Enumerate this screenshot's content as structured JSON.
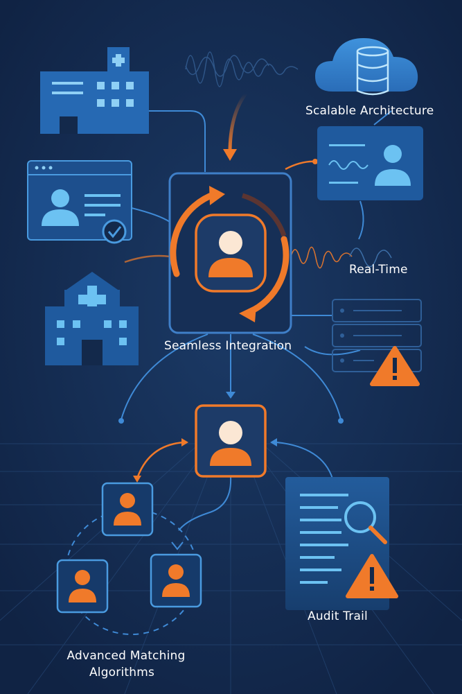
{
  "labels": {
    "scalable_architecture": "Scalable Architecture",
    "real_time": "Real-Time",
    "seamless_integration": "Seamless Integration",
    "audit_trail": "Audit Trail",
    "advanced_matching_line1": "Advanced Matching",
    "advanced_matching_line2": "Algorithms"
  },
  "colors": {
    "background": "#13294b",
    "panel_blue": "#1f5a9e",
    "accent_blue": "#4a9be0",
    "light_blue": "#6cc2f2",
    "orange": "#f07a2a",
    "skin": "#fbe7d4"
  },
  "icons": [
    "hospital-icon",
    "cloud-database-icon",
    "patient-record-icon",
    "checkmark-icon",
    "sync-arrows-icon",
    "monitor-user-icon",
    "server-rack-icon",
    "warning-icon",
    "magnifier-icon",
    "document-icon",
    "user-icon"
  ]
}
